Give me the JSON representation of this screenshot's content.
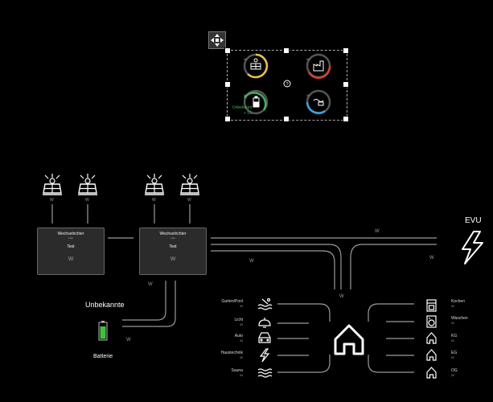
{
  "widget": {
    "unit": "W",
    "unknown_label": "Unbekannt",
    "unknown_value": "+ 10",
    "move_icon": "move-icon",
    "help_icon": "question-icon",
    "ring_colors": [
      "#e8c04a",
      "#d9402b",
      "#43b35a",
      "#3ba4e0"
    ]
  },
  "panels": [
    "W",
    "W",
    "W",
    "W"
  ],
  "inverters": [
    {
      "title": "Wechselrichter",
      "sub": "Live",
      "text": "Text",
      "unit": "W"
    },
    {
      "title": "Wechselrichter",
      "sub": "Live",
      "text": "Text",
      "unit": "W"
    }
  ],
  "unknown": {
    "label": "Unbekannte",
    "unit": "W"
  },
  "battery": {
    "label": "Batterie",
    "unit": "W",
    "color": "#3ec23e"
  },
  "evu": {
    "label": "EVU",
    "unit": "W"
  },
  "flow_units": {
    "grid_line": "W",
    "inv_out": "W",
    "junction": "W",
    "evu_line": "W"
  },
  "house": {
    "icon": "house-icon"
  },
  "consumers_left": [
    {
      "label": "Garten/Pool",
      "unit": "W",
      "icon": "pool-icon"
    },
    {
      "label": "Licht",
      "unit": "W",
      "icon": "lamp-icon"
    },
    {
      "label": "Auto",
      "unit": "W",
      "icon": "car-icon"
    },
    {
      "label": "Haustechnik",
      "unit": "W",
      "icon": "lightning-icon"
    },
    {
      "label": "Sauna",
      "unit": "W",
      "icon": "heat-icon"
    }
  ],
  "consumers_right": [
    {
      "label": "Kochen",
      "unit": "W",
      "icon": "oven-icon"
    },
    {
      "label": "Waschen",
      "unit": "W",
      "icon": "washer-icon"
    },
    {
      "label": "KG",
      "unit": "W",
      "icon": "house-small-icon"
    },
    {
      "label": "EG",
      "unit": "W",
      "icon": "house-small-icon"
    },
    {
      "label": "OG",
      "unit": "W",
      "icon": "house-small-icon"
    }
  ]
}
